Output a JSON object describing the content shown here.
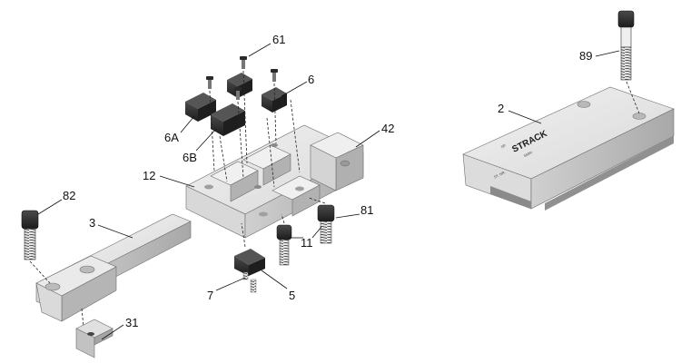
{
  "diagram": {
    "callouts": [
      {
        "id": "61",
        "label": "61"
      },
      {
        "id": "6",
        "label": "6"
      },
      {
        "id": "42",
        "label": "42"
      },
      {
        "id": "6A",
        "label": "6A"
      },
      {
        "id": "6B",
        "label": "6B"
      },
      {
        "id": "12",
        "label": "12"
      },
      {
        "id": "82",
        "label": "82"
      },
      {
        "id": "3",
        "label": "3"
      },
      {
        "id": "81",
        "label": "81"
      },
      {
        "id": "11",
        "label": "11"
      },
      {
        "id": "7",
        "label": "7"
      },
      {
        "id": "5",
        "label": "5"
      },
      {
        "id": "31",
        "label": "31"
      },
      {
        "id": "89",
        "label": "89"
      },
      {
        "id": "2",
        "label": "2"
      }
    ],
    "plate_brand": "STRACK",
    "plate_fine_print": [
      "SP.",
      "SMW",
      "ST. NR."
    ],
    "colors": {
      "part_light": "#e4e4e4",
      "part_mid": "#c9c9c9",
      "part_dark": "#9c9c9c",
      "dark_part": "#2b2b2b",
      "line": "#111111"
    }
  }
}
